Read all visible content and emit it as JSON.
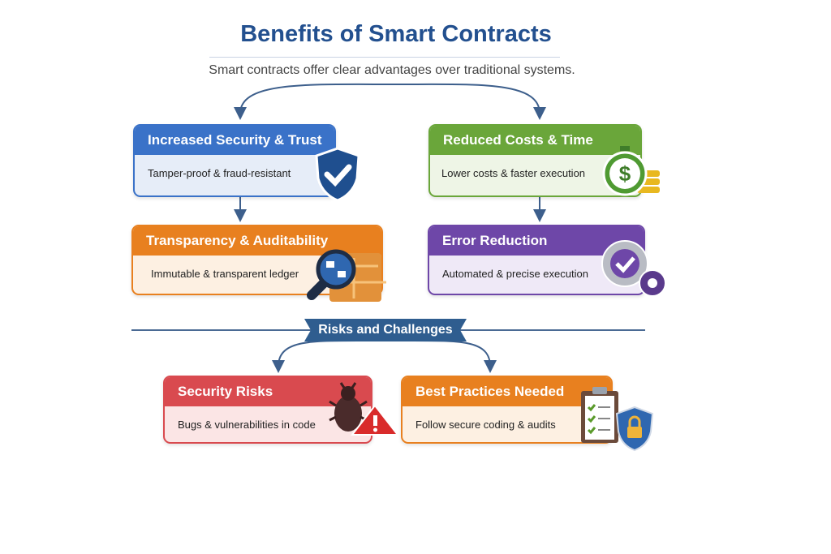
{
  "title": "Benefits of Smart Contracts",
  "subtitle": "Smart contracts offer clear advantages over traditional systems.",
  "benefits": [
    {
      "title": "Increased Security & Trust",
      "desc": "Tamper-proof & fraud-resistant",
      "color": "#3a72c8",
      "icon": "shield-check-icon"
    },
    {
      "title": "Reduced Costs & Time",
      "desc": "Lower costs & faster execution",
      "color": "#6aa63a",
      "icon": "stopwatch-dollar-icon"
    },
    {
      "title": "Transparency & Auditability",
      "desc": "Immutable & transparent ledger",
      "color": "#e8801f",
      "icon": "magnifier-ledger-icon"
    },
    {
      "title": "Error Reduction",
      "desc": "Automated & precise execution",
      "color": "#6e47a8",
      "icon": "gear-check-icon"
    }
  ],
  "risks_banner": "Risks and Challenges",
  "risks": [
    {
      "title": "Security Risks",
      "desc": "Bugs & vulnerabilities in code",
      "color": "#d94a4f",
      "icon": "bug-warning-icon"
    },
    {
      "title": "Best Practices Needed",
      "desc": "Follow secure coding & audits",
      "color": "#e8801f",
      "icon": "clipboard-lock-icon"
    }
  ]
}
